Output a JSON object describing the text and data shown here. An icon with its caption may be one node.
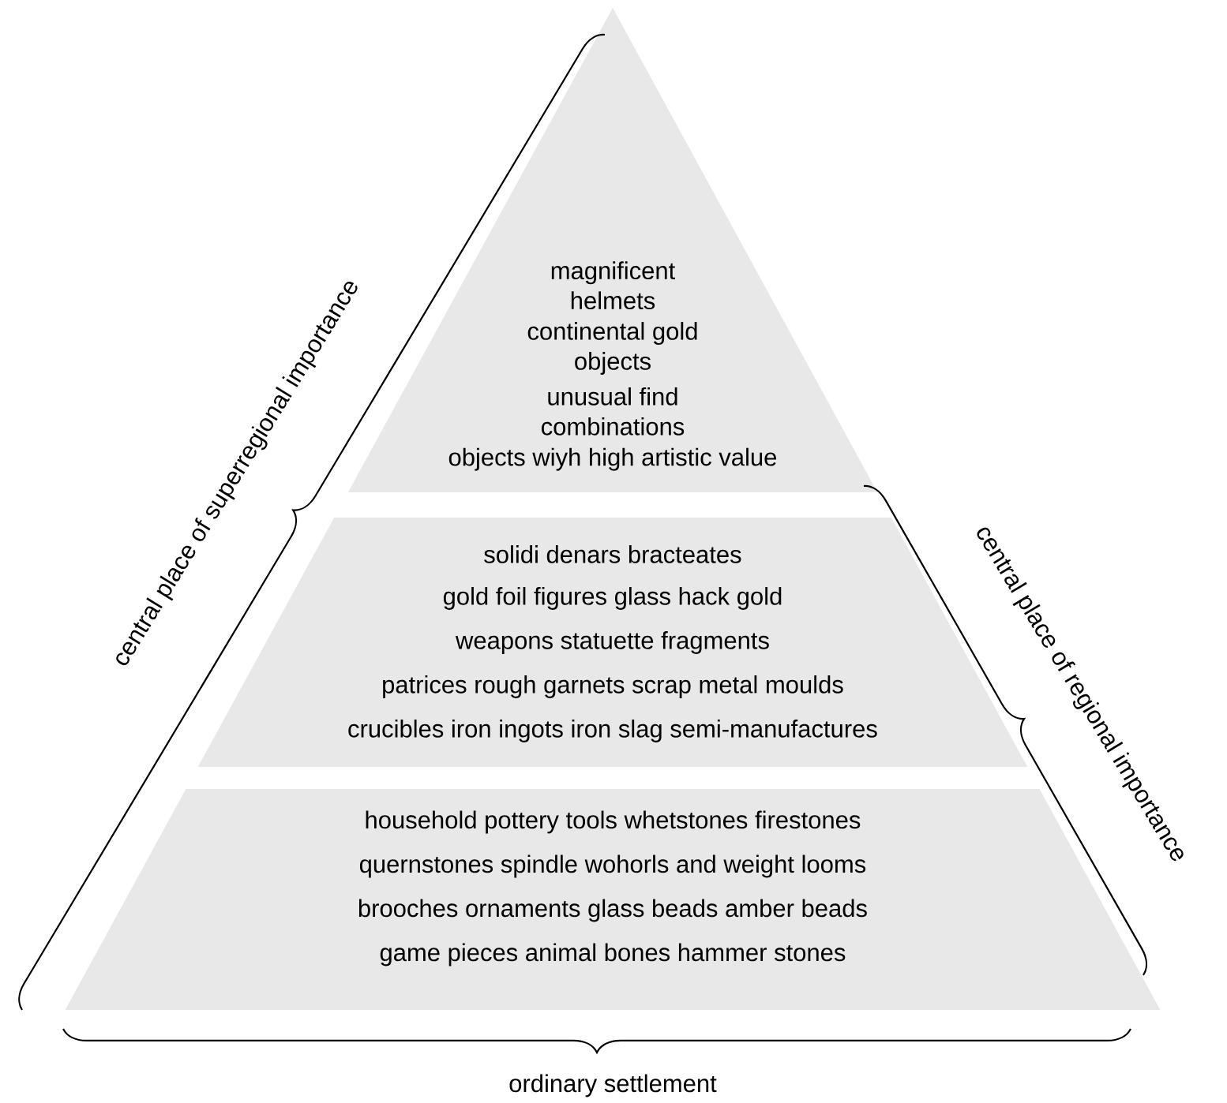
{
  "diagram": {
    "nodes": [
      {
        "text": [
          "magnificent helmets",
          "continental gold objects",
          "unusual find combinations",
          "objects wiyh high artistic value"
        ]
      },
      {
        "text": [
          "solidi denars bracteates",
          "gold foil figures glass hack gold",
          "weapons statuette fragments",
          "patrices rough garnets scrap metal moulds",
          "crucibles iron ingots iron slag semi-manufactures"
        ]
      },
      {
        "text": [
          "household pottery tools whetstones firestones",
          "quernstones spindle wohorls and weight looms",
          "brooches ornaments glass beads amber beads",
          "game pieces animal bones hammer stones"
        ]
      }
    ],
    "labels": [
      "central place of superregional importance",
      "central place of regional importance",
      "ordinary settlement"
    ]
  }
}
